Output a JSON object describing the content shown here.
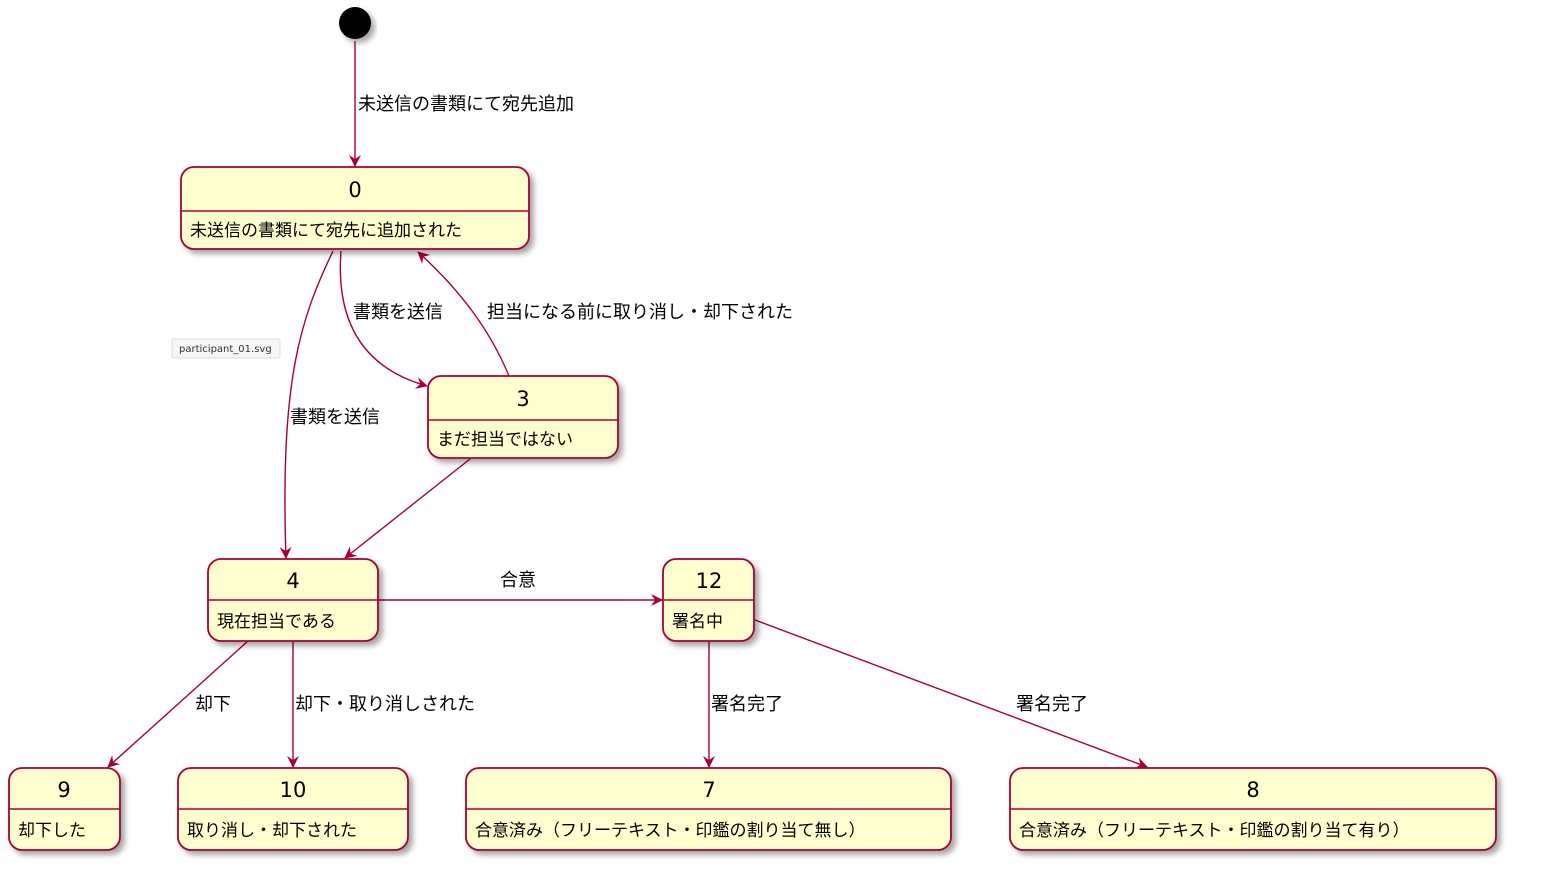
{
  "colors": {
    "fill": "#FEFECE",
    "stroke": "#A80036"
  },
  "tooltip": "participant_01.svg",
  "states": {
    "s0": {
      "id": "0",
      "desc": "未送信の書類にて宛先に追加された"
    },
    "s3": {
      "id": "3",
      "desc": "まだ担当ではない"
    },
    "s4": {
      "id": "4",
      "desc": "現在担当である"
    },
    "s12": {
      "id": "12",
      "desc": "署名中"
    },
    "s9": {
      "id": "9",
      "desc": "却下した"
    },
    "s10": {
      "id": "10",
      "desc": "取り消し・却下された"
    },
    "s7": {
      "id": "7",
      "desc": "合意済み（フリーテキスト・印鑑の割り当て無し）"
    },
    "s8": {
      "id": "8",
      "desc": "合意済み（フリーテキスト・印鑑の割り当て有り）"
    }
  },
  "transitions": {
    "start_0": "未送信の書類にて宛先追加",
    "t0_3": "書類を送信",
    "t3_0": "担当になる前に取り消し・却下された",
    "t0_4": "書類を送信",
    "t4_12": "合意",
    "t4_9": "却下",
    "t4_10": "却下・取り消しされた",
    "t12_7": "署名完了",
    "t12_8": "署名完了"
  }
}
